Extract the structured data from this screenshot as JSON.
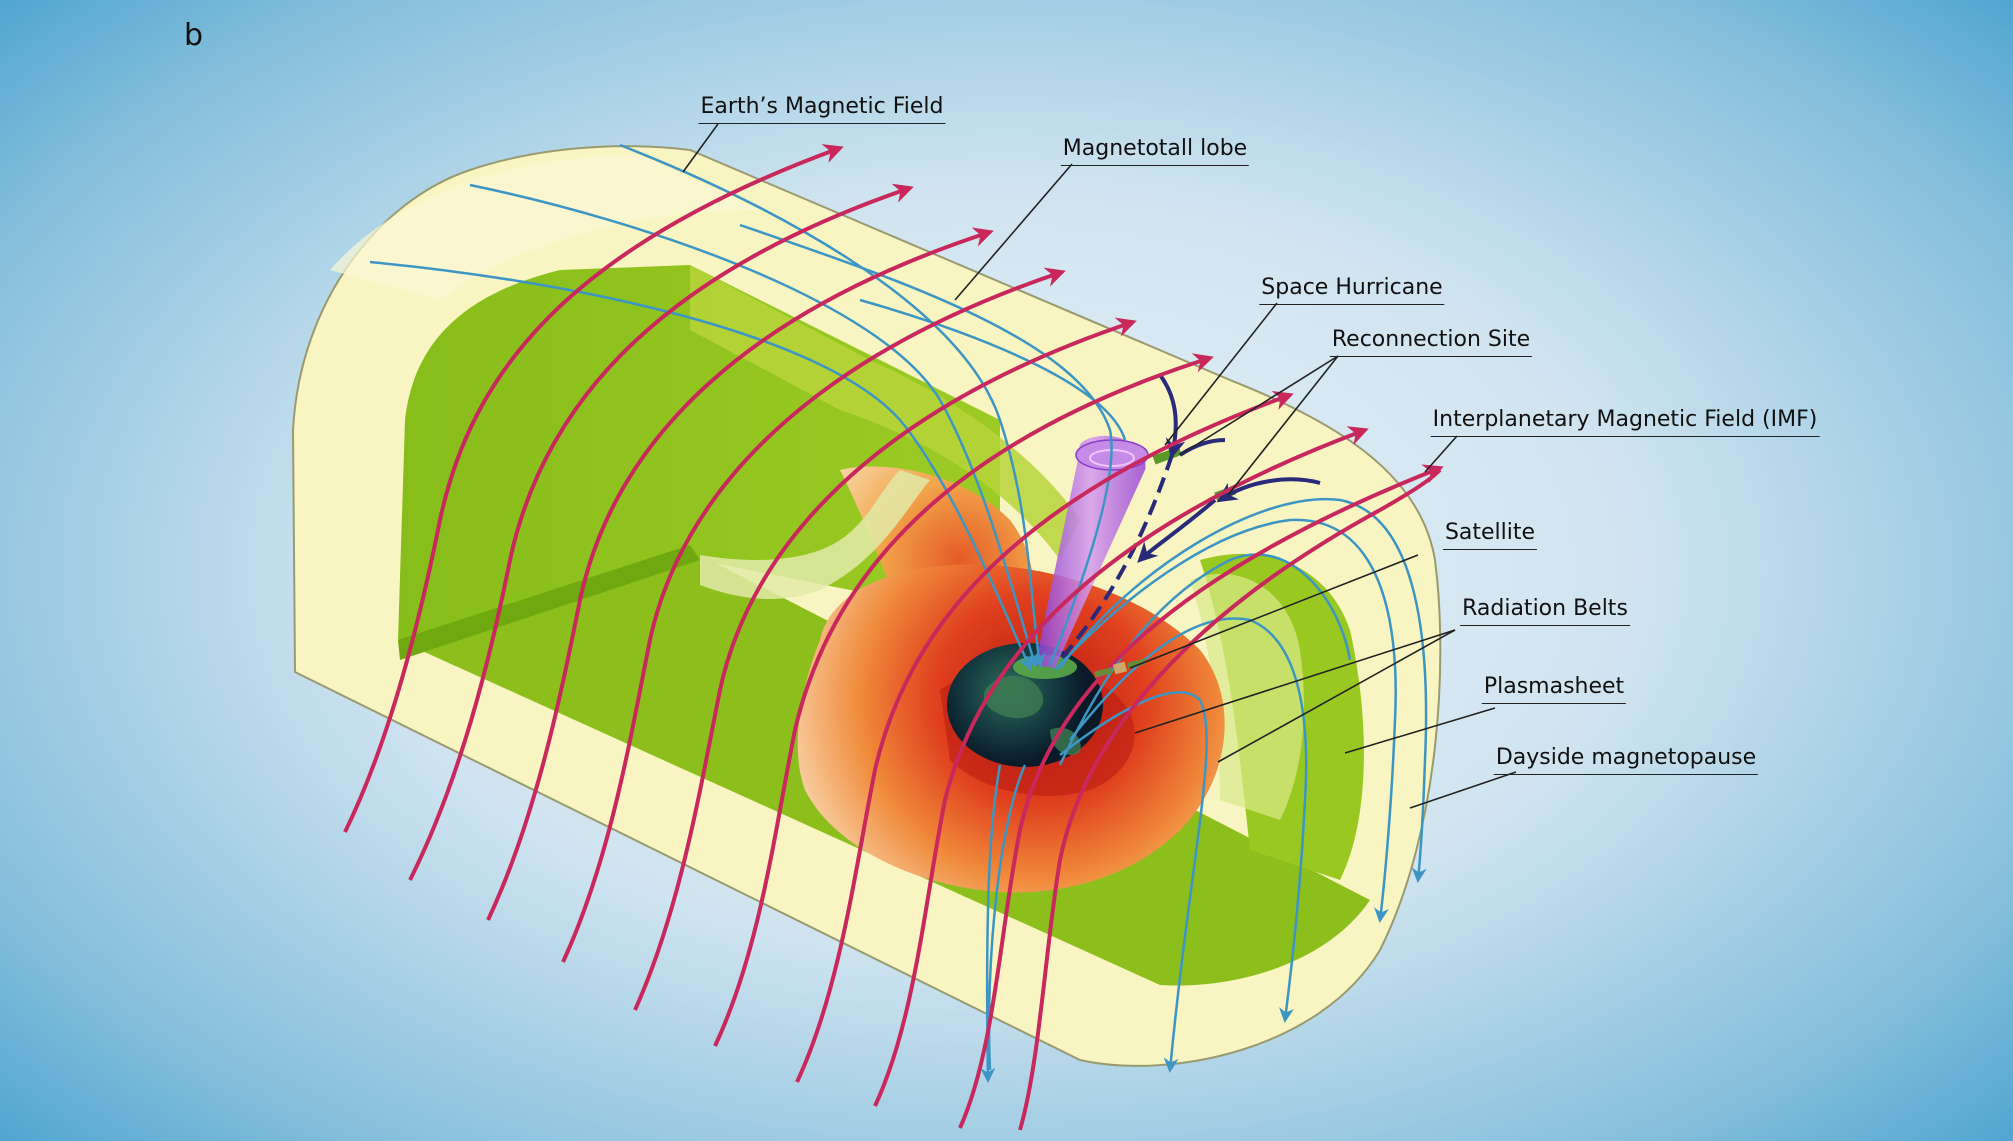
{
  "panel_letter": "b",
  "labels": {
    "earths_magnetic_field": "Earth’s Magnetic Field",
    "magnetotail_lobe": "Magnetotall lobe",
    "space_hurricane": "Space Hurricane",
    "reconnection_site": "Reconnection Site",
    "imf": "Interplanetary Magnetic Field (IMF)",
    "satellite": "Satellite",
    "radiation_belts": "Radiation Belts",
    "plasmasheet": "Plasmasheet",
    "dayside_magnetopause": "Dayside magnetopause"
  },
  "colors": {
    "background_center": "#e6f1f7",
    "background_edge": "#4aa2cf",
    "magnetosphere": "#f8f5c2",
    "plasmasheet": "#8ec21d",
    "radiation_belt_outer": "#f7d3a3",
    "radiation_belt_inner": "#d8311c",
    "imf_lines": "#c8285c",
    "earth_field_lines": "#3d95c4",
    "space_hurricane": "#b25ad8",
    "convection_arrows": "#2a2a7a"
  },
  "icons": {
    "earth": "earth-globe",
    "satellite": "satellite-icon",
    "reconnection": "reconnection-site-marker"
  }
}
